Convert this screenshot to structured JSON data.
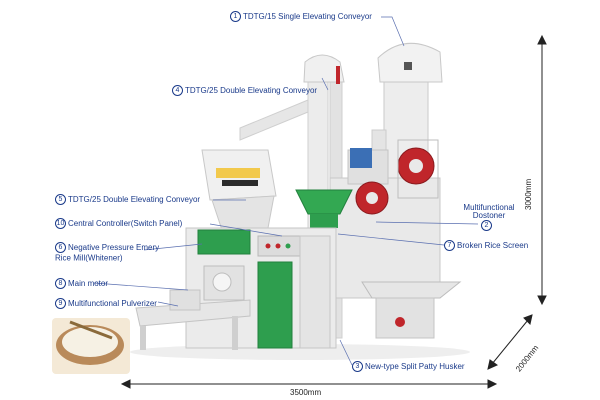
{
  "labels": [
    {
      "num": "1",
      "text": "TDTG/15 Single Elevating Conveyor"
    },
    {
      "num": "4",
      "text": "TDTG/25 Double Elevating Conveyor"
    },
    {
      "num": "5",
      "text": "TDTG/25 Double Elevating Conveyor"
    },
    {
      "num": "10",
      "text": "Central Controller(Switch Panel)"
    },
    {
      "num": "6",
      "text": "Negative Pressure Emery Rice Mill(Whitener)"
    },
    {
      "num": "8",
      "text": "Main motor"
    },
    {
      "num": "9",
      "text": "Multifunctional Pulverizer"
    },
    {
      "num": "2",
      "text": "Multifunctional Dostoner"
    },
    {
      "num": "7",
      "text": "Broken Rice Screen"
    },
    {
      "num": "3",
      "text": "New-type Split Patty Husker"
    }
  ],
  "dimensions": {
    "height": "3000mm",
    "depth": "2000mm",
    "width": "3500mm"
  },
  "colors": {
    "label_text": "#1a3a8a",
    "machine_body": "#e8e8e8",
    "panel_green": "#2e9e4e",
    "wheel_red": "#c0262b",
    "hopper_green": "#33a852",
    "motor_blue": "#3b6fb5"
  }
}
